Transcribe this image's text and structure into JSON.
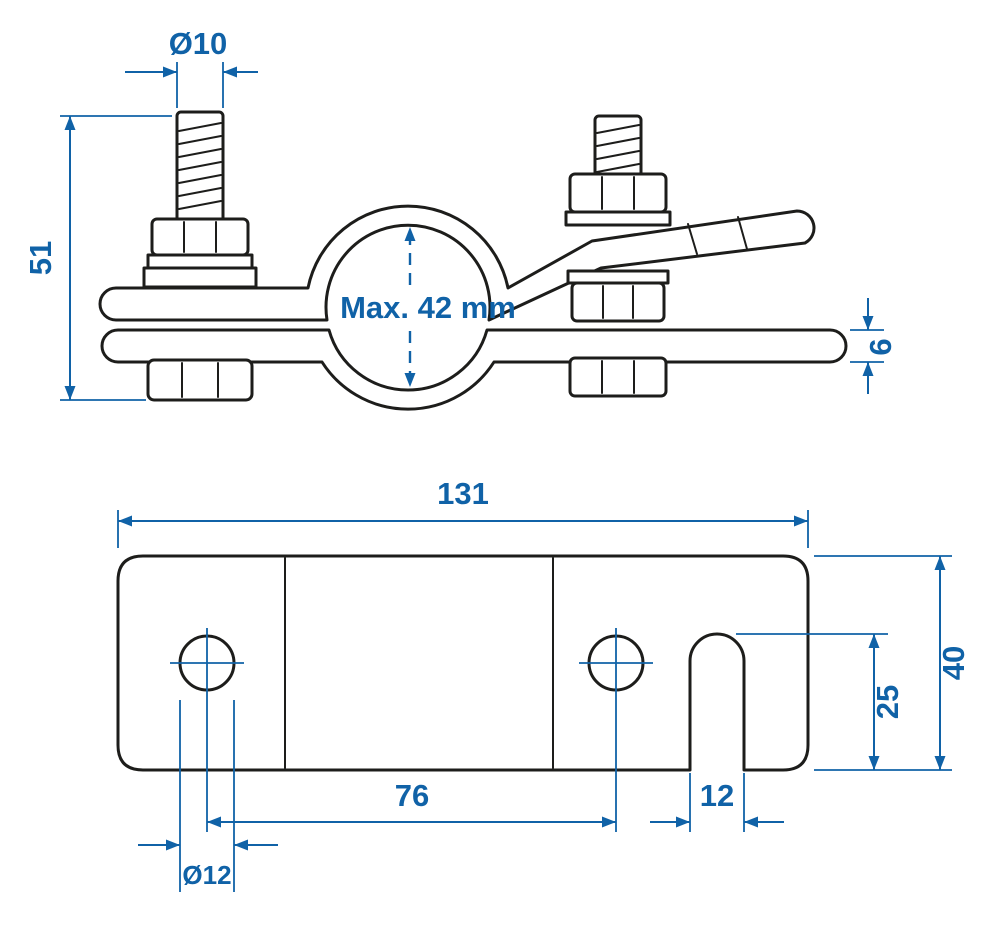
{
  "drawing": {
    "type": "technical-dimension-drawing",
    "subject": "pipe clamp with mounting plate",
    "colors": {
      "dimension_blue": "#1062A7",
      "outline_black": "#1d1d1b",
      "background": "#ffffff"
    },
    "views": {
      "top": "clamp side view with bolts",
      "bottom": "mounting plate top view"
    },
    "dimensions": {
      "bolt_thread_diameter": "Ø10",
      "overall_height": "51",
      "max_pipe_diameter": "Max. 42 mm",
      "strap_thickness": "6",
      "plate_length": "131",
      "plate_width": "40",
      "slot_to_edge": "25",
      "hole_center_distance": "76",
      "slot_width": "12",
      "hole_diameter": "Ø12"
    }
  }
}
